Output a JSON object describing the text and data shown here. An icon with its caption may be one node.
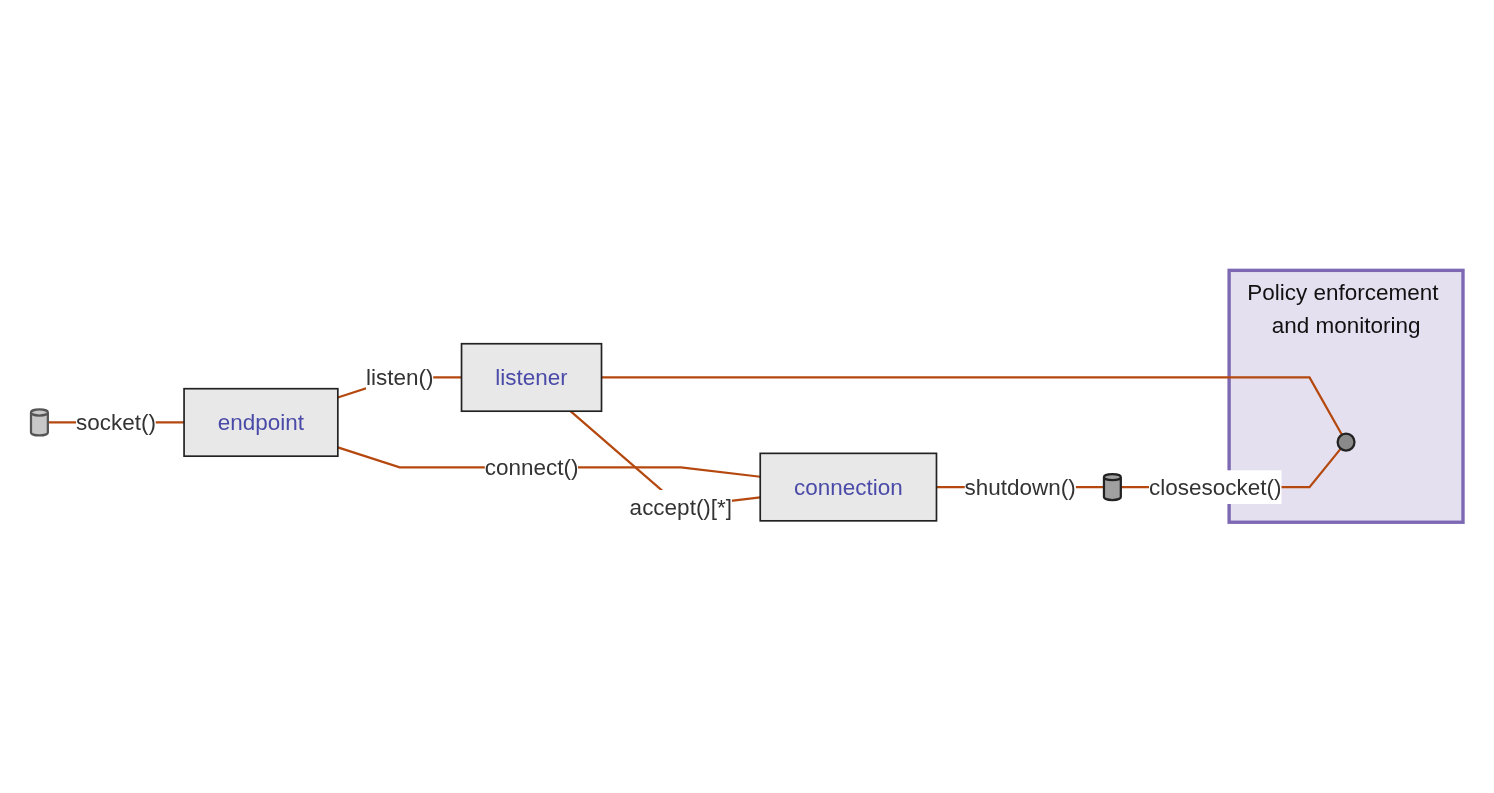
{
  "diagram": {
    "nodes": [
      {
        "text": [
          "Policy enforcement and monitoring"
        ]
      },
      {
        "text": [],
        "shape": "cylinder"
      },
      {
        "text": [],
        "shape": "circle",
        "in": 0
      },
      {
        "text": [
          "endpoint"
        ]
      },
      {
        "text": [
          "listener"
        ]
      },
      {
        "text": [
          "connection"
        ]
      },
      {
        "text": [],
        "shape": "cylinder"
      }
    ],
    "edges": [
      {
        "from": 1,
        "to": 3,
        "arrow": "none",
        "label": "socket()"
      },
      {
        "from": 3,
        "to": 4,
        "arrow": "none",
        "label": "listen()"
      },
      {
        "from": 3,
        "to": 5,
        "arrow": "none",
        "label": "connect()"
      },
      {
        "from": 4,
        "to": 5,
        "arrow": "none",
        "label": "accept()[*]"
      },
      {
        "from": 4,
        "to": 2,
        "arrow": "none"
      },
      {
        "from": 5,
        "to": 6,
        "arrow": "none",
        "label": "shutdown()"
      },
      {
        "from": 6,
        "to": 2,
        "arrow": "none",
        "label": "closesocket()"
      }
    ]
  }
}
